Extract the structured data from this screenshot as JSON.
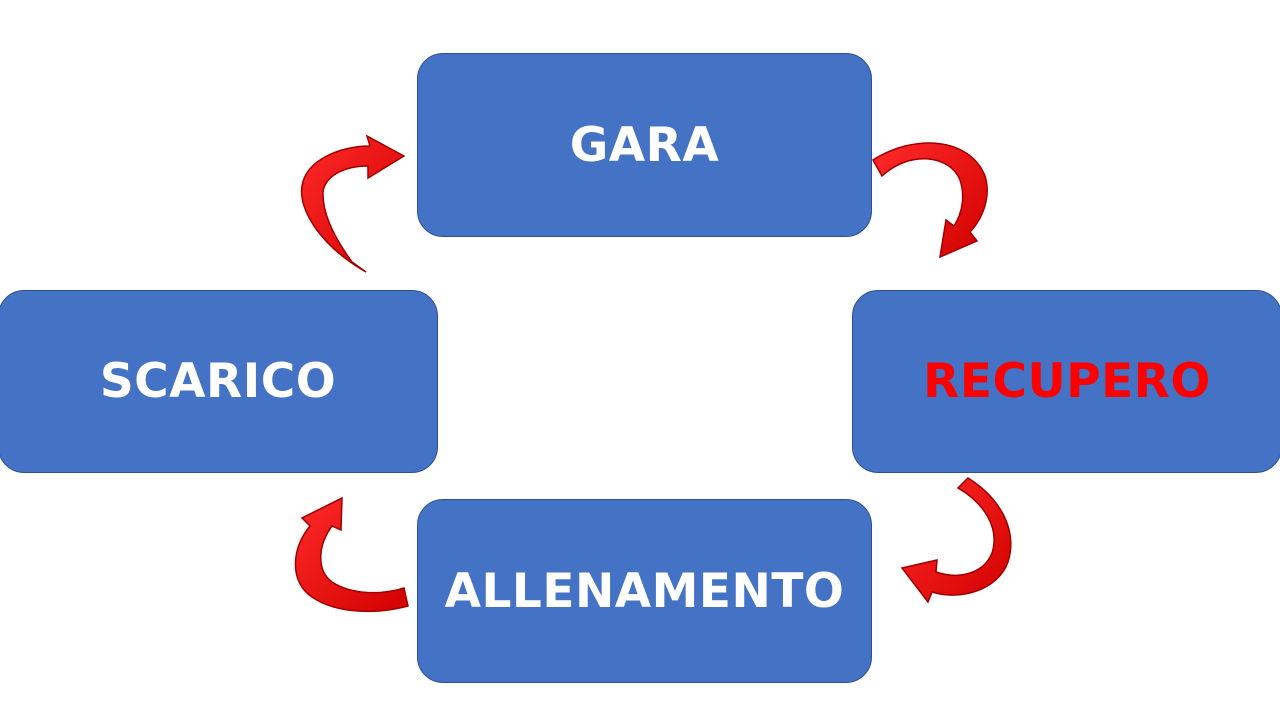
{
  "diagram": {
    "nodes": [
      {
        "id": "gara",
        "label": "GARA"
      },
      {
        "id": "recupero",
        "label": "RECUPERO"
      },
      {
        "id": "allenamento",
        "label": "ALLENAMENTO"
      },
      {
        "id": "scarico",
        "label": "SCARICO"
      }
    ],
    "edges": [
      {
        "from": "gara",
        "to": "recupero"
      },
      {
        "from": "recupero",
        "to": "allenamento"
      },
      {
        "from": "allenamento",
        "to": "scarico"
      },
      {
        "from": "scarico",
        "to": "gara"
      }
    ]
  },
  "colors": {
    "box_fill": "#4472c4",
    "box_border": "#2f528f",
    "label_default": "#ffffff",
    "label_highlight": "#ff0000",
    "arrow": "#ff0000"
  }
}
